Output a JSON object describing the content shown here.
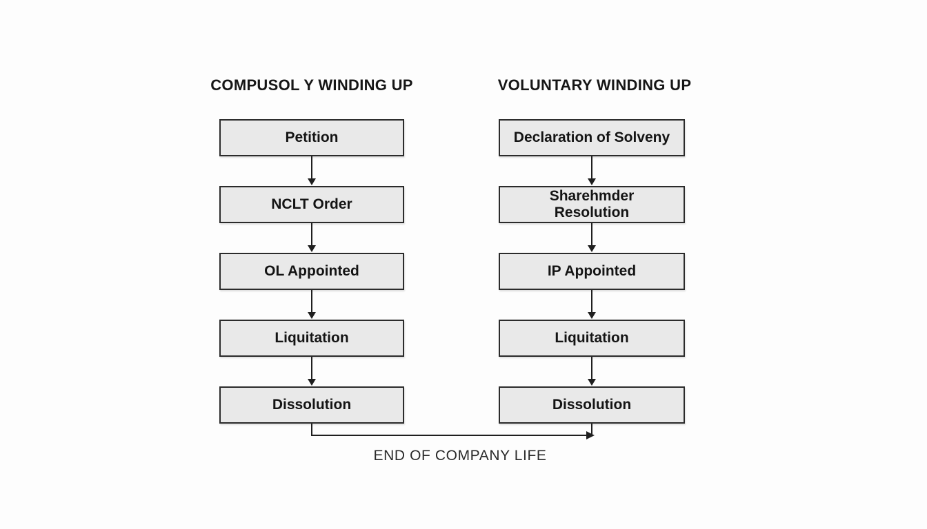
{
  "diagram": {
    "bottom_label": "END OF COMPANY LIFE",
    "columns": [
      {
        "title": "COMPUSOL Y WINDING UP",
        "boxes": [
          "Petition",
          "NCLT Order",
          "OL Appointed",
          "Liquitation",
          "Dissolution"
        ]
      },
      {
        "title": "VOLUNTARY WINDING UP",
        "boxes": [
          "Declaration of Solveny",
          "Sharehmder\nResolution",
          "IP Appointed",
          "Liquitation",
          "Dissolution"
        ]
      }
    ],
    "colors": {
      "box_fill": "#e9e9e9",
      "box_border": "#2b2b2b",
      "arrow": "#1f1f1f",
      "text": "#141414",
      "background": "#fdfdfd"
    }
  }
}
